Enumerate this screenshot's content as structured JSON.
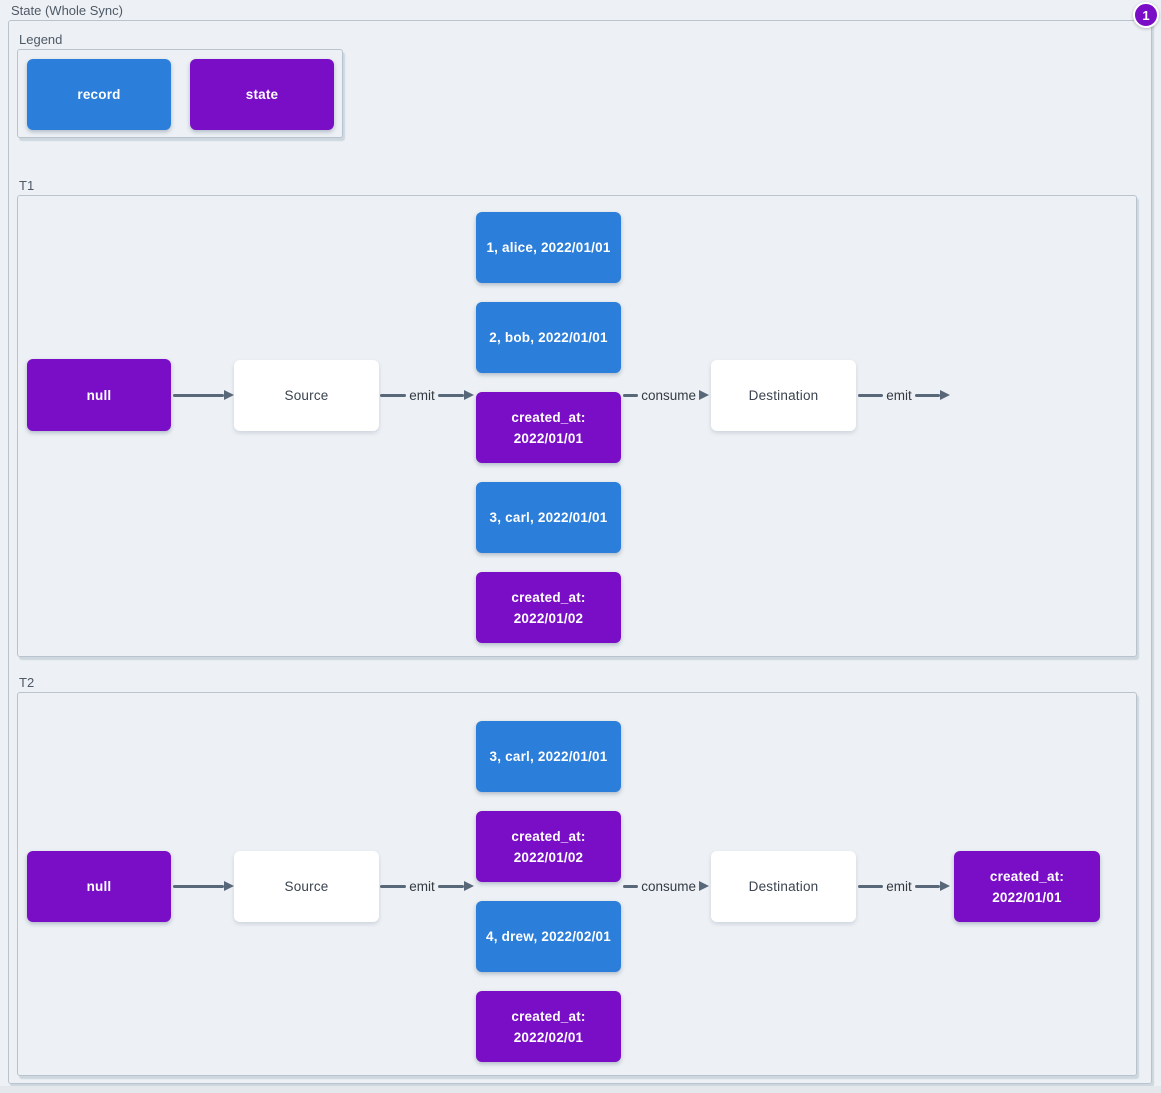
{
  "root": {
    "label": "State (Whole Sync)"
  },
  "badge": {
    "value": "1"
  },
  "colors": {
    "record_blue": "#2B7ED9",
    "state_purple": "#7A0EC6",
    "background": "#EDF1F5",
    "edge_gray": "#596879",
    "container_border": "#B9C3CE",
    "node_text": "#FFFFFF"
  },
  "legend": {
    "label": "Legend",
    "items": [
      {
        "label": "record",
        "type": "record"
      },
      {
        "label": "state",
        "type": "state"
      }
    ]
  },
  "t1": {
    "label": "T1",
    "null_label": "null",
    "source_label": "Source",
    "emit_label": "emit",
    "consume_label": "consume",
    "emit_out_label": "emit",
    "destination_label": "Destination",
    "stack": [
      {
        "label": "1, alice, 2022/01/01",
        "type": "record"
      },
      {
        "label": "2, bob, 2022/01/01",
        "type": "record"
      },
      {
        "label": "created_at:\n2022/01/01",
        "type": "state"
      },
      {
        "label": "3, carl, 2022/01/01",
        "type": "record"
      },
      {
        "label": "created_at:\n2022/01/02",
        "type": "state"
      }
    ]
  },
  "t2": {
    "label": "T2",
    "null_label": "null",
    "source_label": "Source",
    "emit_label": "emit",
    "consume_label": "consume",
    "emit_out_label": "emit",
    "destination_label": "Destination",
    "stack": [
      {
        "label": "3, carl, 2022/01/01",
        "type": "record"
      },
      {
        "label": "created_at:\n2022/01/02",
        "type": "state"
      },
      {
        "label": "4, drew, 2022/02/01",
        "type": "record"
      },
      {
        "label": "created_at:\n2022/02/01",
        "type": "state"
      }
    ],
    "result_label": "created_at:\n2022/01/01"
  }
}
